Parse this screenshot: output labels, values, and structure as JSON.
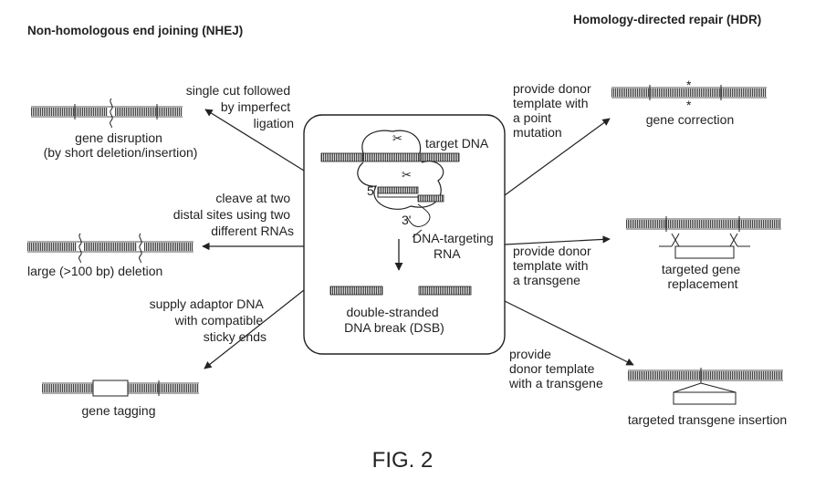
{
  "headers": {
    "left": "Non-homologous end joining (NHEJ)",
    "right": "Homology-directed repair (HDR)"
  },
  "center": {
    "target_dna": "target DNA",
    "five_prime": "5'",
    "three_prime": "3'",
    "rna_label": [
      "DNA-targeting",
      "RNA"
    ],
    "dsb_label": [
      "double-stranded",
      "DNA break (DSB)"
    ]
  },
  "nhej": {
    "single_cut": [
      "single cut followed",
      "by imperfect",
      "ligation"
    ],
    "gene_disruption": [
      "gene disruption",
      "(by short deletion/insertion)"
    ],
    "cleave_two": [
      "cleave at two",
      "distal sites using two",
      "different RNAs"
    ],
    "large_deletion": "large (>100 bp) deletion",
    "adaptor": [
      "supply adaptor DNA",
      "with compatible",
      "sticky ends"
    ],
    "gene_tagging": "gene tagging"
  },
  "hdr": {
    "point_mutation": [
      "provide donor",
      "template with",
      "a point",
      "mutation"
    ],
    "gene_correction": "gene correction",
    "asterisk": "*",
    "transgene_a": [
      "provide donor",
      "template with",
      "a transgene"
    ],
    "gene_replacement": [
      "targeted gene",
      "replacement"
    ],
    "transgene_b": [
      "provide",
      "donor template",
      "with a transgene"
    ],
    "transgene_insertion": "targeted transgene insertion"
  },
  "figure_label": "FIG. 2",
  "colors": {
    "ink": "#222222",
    "dna_fill": "#5a5a5a",
    "background": "#ffffff"
  }
}
